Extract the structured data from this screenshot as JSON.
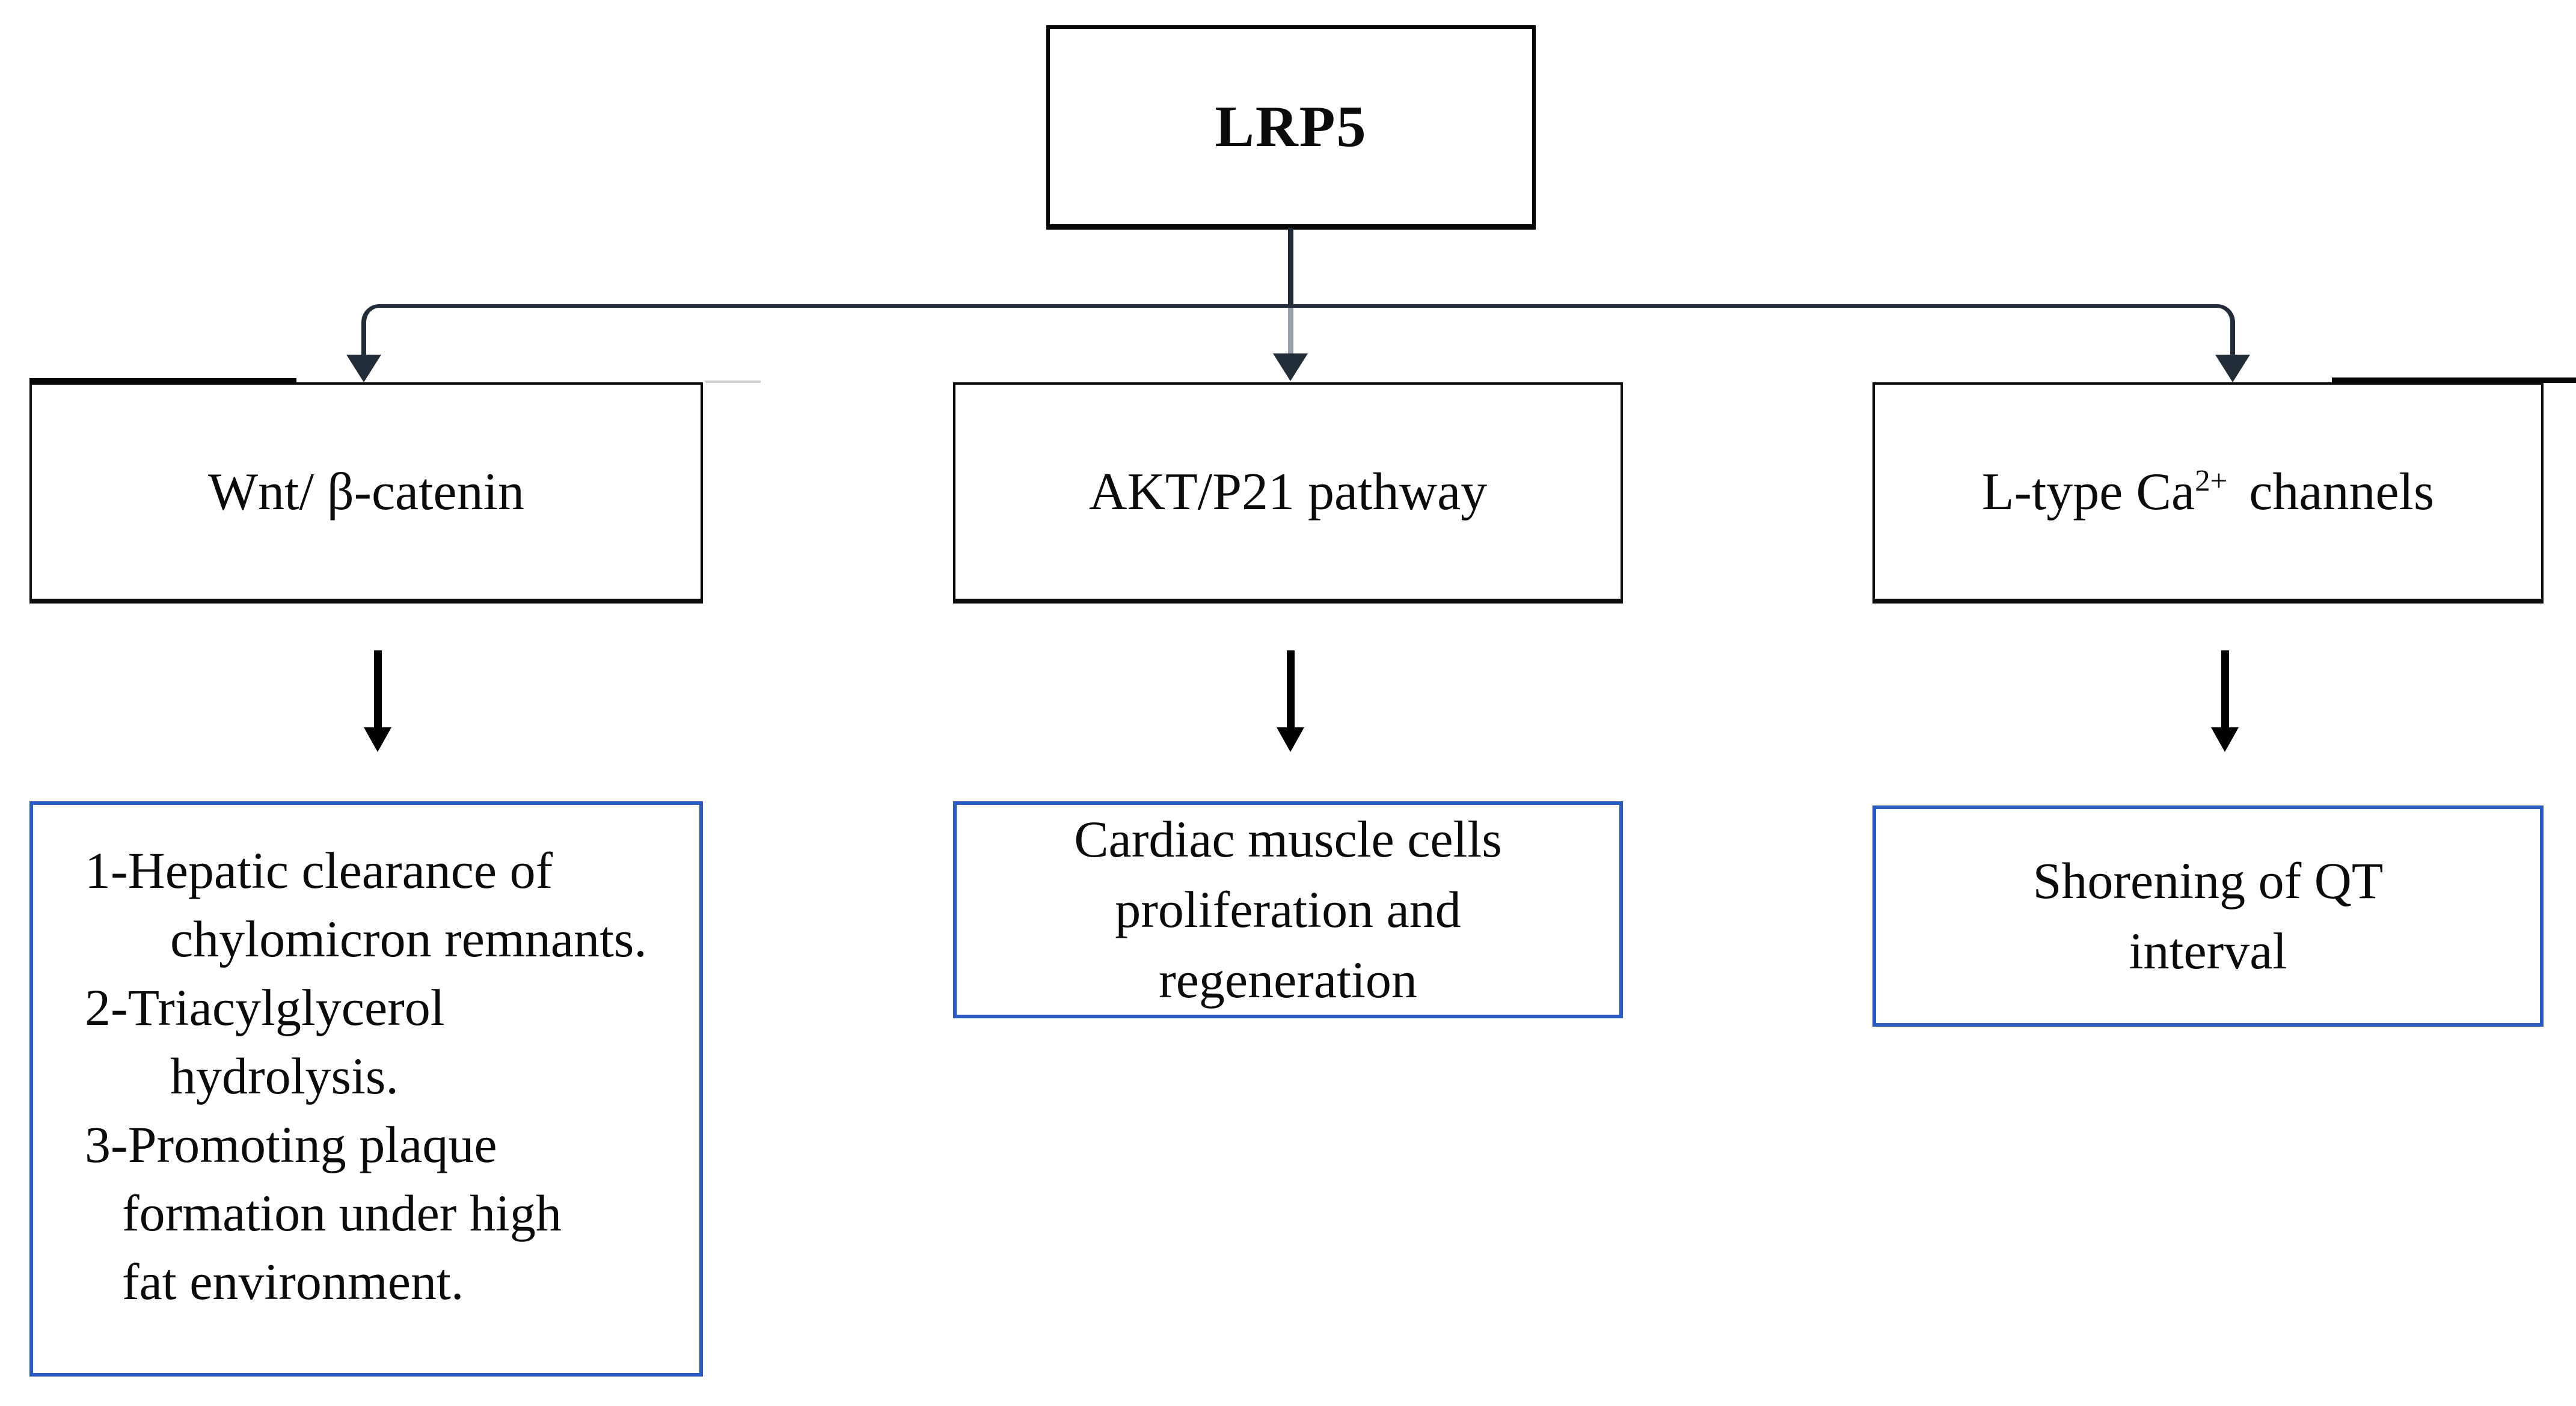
{
  "figure": {
    "root_label": "LRP5",
    "pathways": {
      "left_label": "Wnt/ β-catenin",
      "middle_label": "AKT/P21 pathway",
      "right_label_pre": "L-type Ca",
      "right_label_sup": "2+",
      "right_label_post": "channels"
    },
    "outcomes": {
      "left_lines": [
        "1-Hepatic clearance of",
        "chylomicron remnants.",
        "2-Triacylglycerol",
        "hydrolysis.",
        "3-Promoting plaque",
        "formation under high",
        "fat environment."
      ],
      "middle_lines": [
        "Cardiac muscle cells",
        "proliferation and",
        "regeneration"
      ],
      "right_lines": [
        "Shorening of QT",
        "interval"
      ]
    },
    "colors": {
      "connector_dark": "#232d3a",
      "outcome_box_border": "#2b5cc4",
      "center_shaft_gray": "#9aa1ac"
    }
  }
}
